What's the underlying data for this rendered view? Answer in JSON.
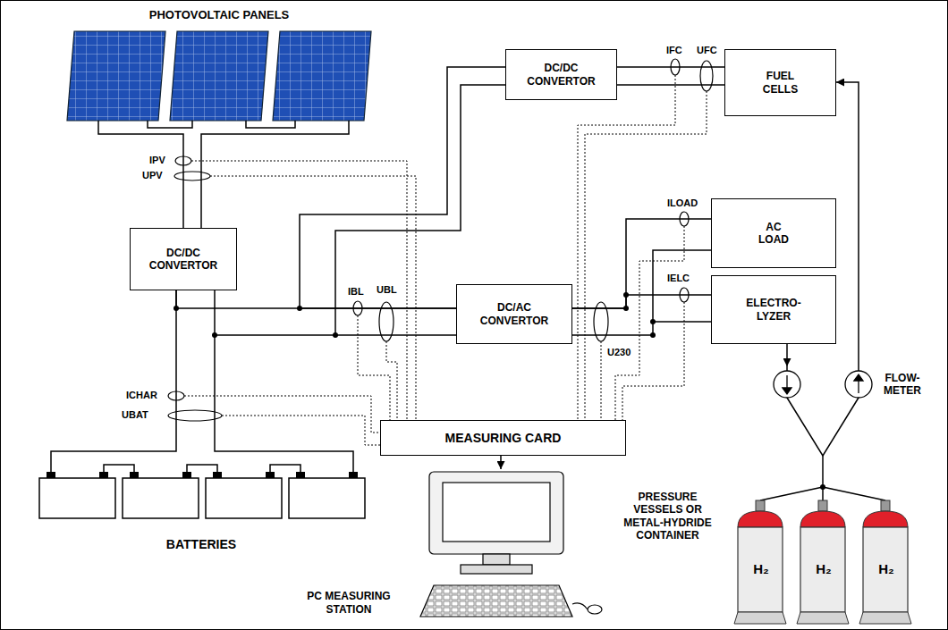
{
  "diagram": {
    "nodes": [
      {
        "text": [
          "PHOTOVOLTAIC PANELS"
        ]
      },
      {
        "text": [
          "DC/DC CONVERTOR"
        ]
      },
      {
        "text": [
          "DC/DC CONVERTOR"
        ]
      },
      {
        "text": [
          "FUEL CELLS"
        ]
      },
      {
        "text": [
          "DC/AC CONVERTOR"
        ]
      },
      {
        "text": [
          "AC LOAD"
        ]
      },
      {
        "text": [
          "ELECTRO- LYZER"
        ]
      },
      {
        "text": [
          "BATTERIES"
        ]
      },
      {
        "text": [
          "MEASURING CARD"
        ]
      },
      {
        "text": [
          "PC MEASURING STATION"
        ]
      },
      {
        "text": [
          "PRESSURE VESSELS OR METAL-HYDRIDE CONTAINER"
        ]
      },
      {
        "text": [
          "FLOW- METER"
        ]
      }
    ],
    "edges": [
      {
        "from": 0,
        "to": 1,
        "arrow": "none"
      },
      {
        "from": 1,
        "to": 7,
        "arrow": "none"
      },
      {
        "from": 1,
        "to": 4,
        "arrow": "none"
      },
      {
        "from": 2,
        "to": 4,
        "arrow": "none"
      },
      {
        "from": 2,
        "to": 3,
        "arrow": "none"
      },
      {
        "from": 4,
        "to": 5,
        "arrow": "none"
      },
      {
        "from": 4,
        "to": 6,
        "arrow": "none"
      },
      {
        "from": 6,
        "to": 11,
        "arrow": "to"
      },
      {
        "from": 11,
        "to": 10,
        "arrow": "none"
      },
      {
        "from": 11,
        "to": 3,
        "arrow": "to"
      },
      {
        "from": 8,
        "to": 9,
        "arrow": "to"
      }
    ],
    "labels": [
      "IPV",
      "UPV",
      "IFC",
      "UFC",
      "ILOAD",
      "IBL",
      "UBL",
      "IELC",
      "U230",
      "ICHAR",
      "UBAT",
      "H₂",
      "H₂",
      "H₂"
    ]
  }
}
